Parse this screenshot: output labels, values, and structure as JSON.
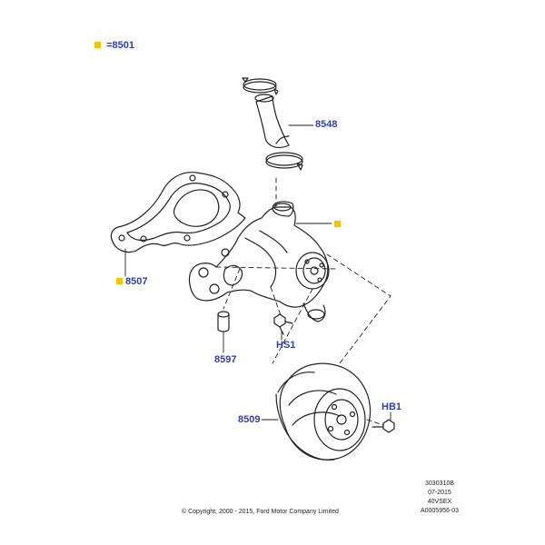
{
  "header": {
    "assembly_label": "8501",
    "key_marker_color": "#f5c400"
  },
  "callouts": {
    "hose": "8548",
    "gasket": "8507",
    "dowel": "8597",
    "stud": "HS1",
    "pulley": "8509",
    "pulley_bolt": "HB1"
  },
  "callout_color": "#2f3fb3",
  "footer": {
    "copyright": "© Copyright, 2000 - 2015, Ford Motor Company Limited",
    "code_lines": [
      "3030310B",
      "07-2015",
      "40VSEX",
      "A0005956-03"
    ]
  }
}
